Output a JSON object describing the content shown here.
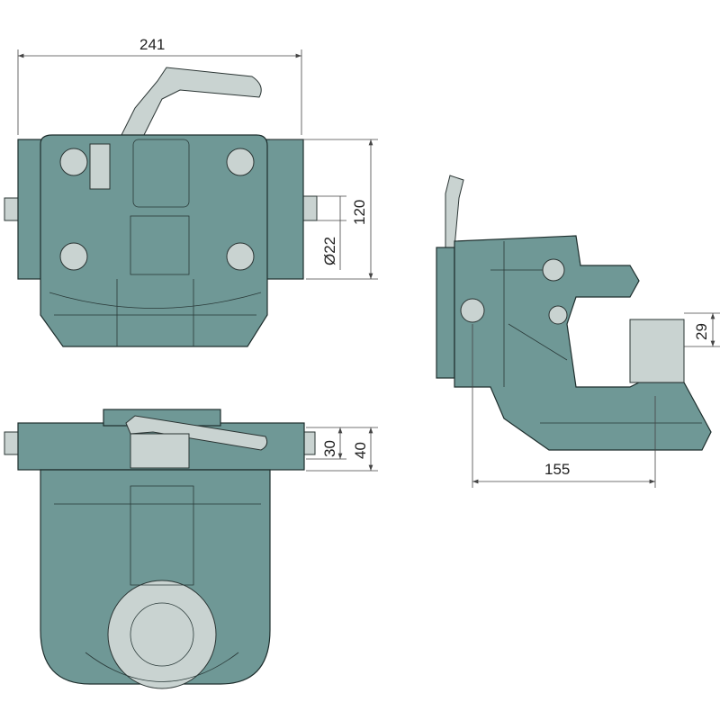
{
  "colors": {
    "body": "#6f9896",
    "light_parts": "#c9d3d1",
    "lines": "#1e2e2d"
  },
  "dimensions": {
    "width": "241",
    "height": "120",
    "pin_diameter": "Ø22",
    "ball_height": "29",
    "length": "155",
    "plate_thickness": "30",
    "plate_height": "40"
  }
}
